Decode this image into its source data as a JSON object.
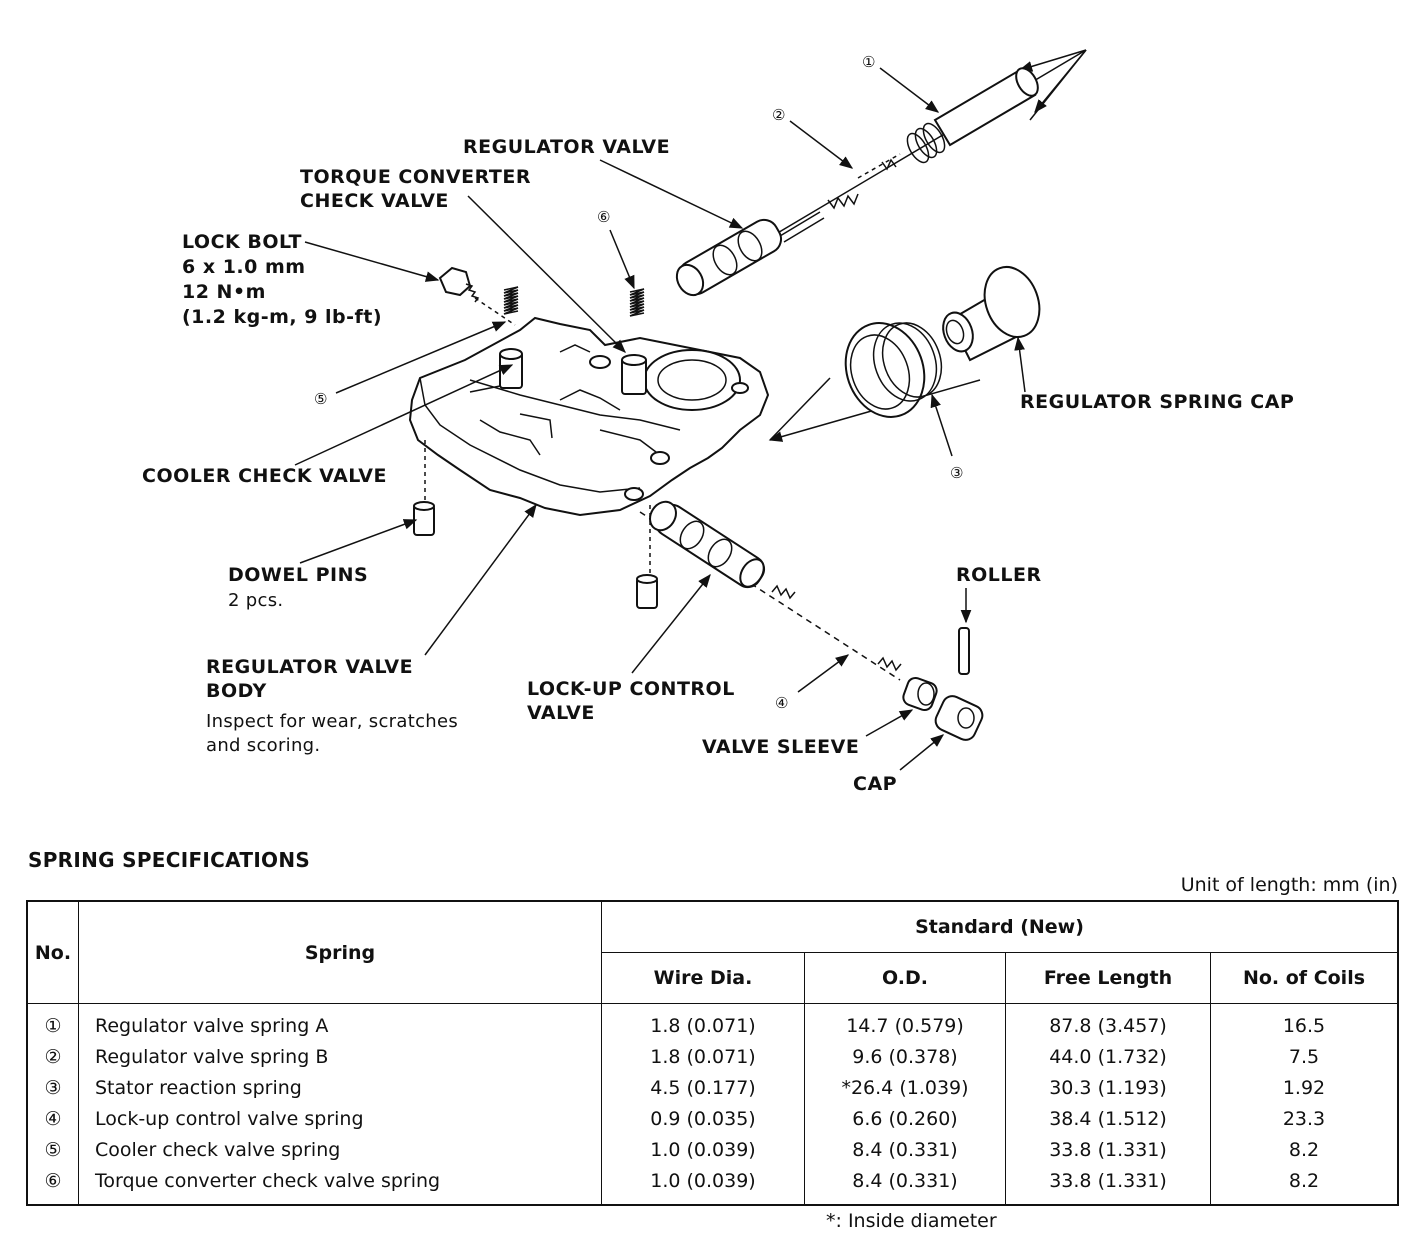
{
  "diagram": {
    "labels": {
      "regulator_valve": "REGULATOR VALVE",
      "torque_converter_1": "TORQUE CONVERTER",
      "torque_converter_2": "CHECK VALVE",
      "lock_bolt_1": "LOCK BOLT",
      "lock_bolt_2": "6 x 1.0 mm",
      "lock_bolt_3": "12 N•m",
      "lock_bolt_4": "(1.2 kg-m, 9 lb-ft)",
      "regulator_spring_cap": "REGULATOR SPRING CAP",
      "cooler_check_valve": "COOLER CHECK VALVE",
      "dowel_pins_1": "DOWEL PINS",
      "dowel_pins_2": "2 pcs.",
      "roller": "ROLLER",
      "reg_valve_body_1": "REGULATOR VALVE",
      "reg_valve_body_2": "BODY",
      "reg_valve_body_3": "Inspect for wear, scratches",
      "reg_valve_body_4": "and scoring.",
      "lockup_1": "LOCK-UP CONTROL",
      "lockup_2": "VALVE",
      "valve_sleeve": "VALVE SLEEVE",
      "cap": "CAP"
    },
    "callouts": [
      "①",
      "②",
      "③",
      "④",
      "⑤",
      "⑥"
    ]
  },
  "specs": {
    "title": "SPRING SPECIFICATIONS",
    "unit_note": "Unit of length: mm (in)",
    "headers": {
      "no": "No.",
      "spring": "Spring",
      "standard": "Standard (New)",
      "wire_dia": "Wire Dia.",
      "od": "O.D.",
      "free_length": "Free Length",
      "coils": "No. of Coils"
    },
    "rows": [
      {
        "no": "①",
        "spring": "Regulator valve spring A",
        "wire": "1.8 (0.071)",
        "od": "14.7 (0.579)",
        "free": "87.8 (3.457)",
        "coils": "16.5"
      },
      {
        "no": "②",
        "spring": "Regulator valve spring B",
        "wire": "1.8 (0.071)",
        "od": "9.6 (0.378)",
        "free": "44.0 (1.732)",
        "coils": "7.5"
      },
      {
        "no": "③",
        "spring": "Stator reaction spring",
        "wire": "4.5 (0.177)",
        "od": "*26.4 (1.039)",
        "free": "30.3 (1.193)",
        "coils": "1.92"
      },
      {
        "no": "④",
        "spring": "Lock-up control valve spring",
        "wire": "0.9 (0.035)",
        "od": "6.6 (0.260)",
        "free": "38.4 (1.512)",
        "coils": "23.3"
      },
      {
        "no": "⑤",
        "spring": "Cooler check valve spring",
        "wire": "1.0 (0.039)",
        "od": "8.4 (0.331)",
        "free": "33.8 (1.331)",
        "coils": "8.2"
      },
      {
        "no": "⑥",
        "spring": "Torque converter check valve spring",
        "wire": "1.0 (0.039)",
        "od": "8.4 (0.331)",
        "free": "33.8 (1.331)",
        "coils": "8.2"
      }
    ],
    "footnote": "*: Inside diameter"
  }
}
